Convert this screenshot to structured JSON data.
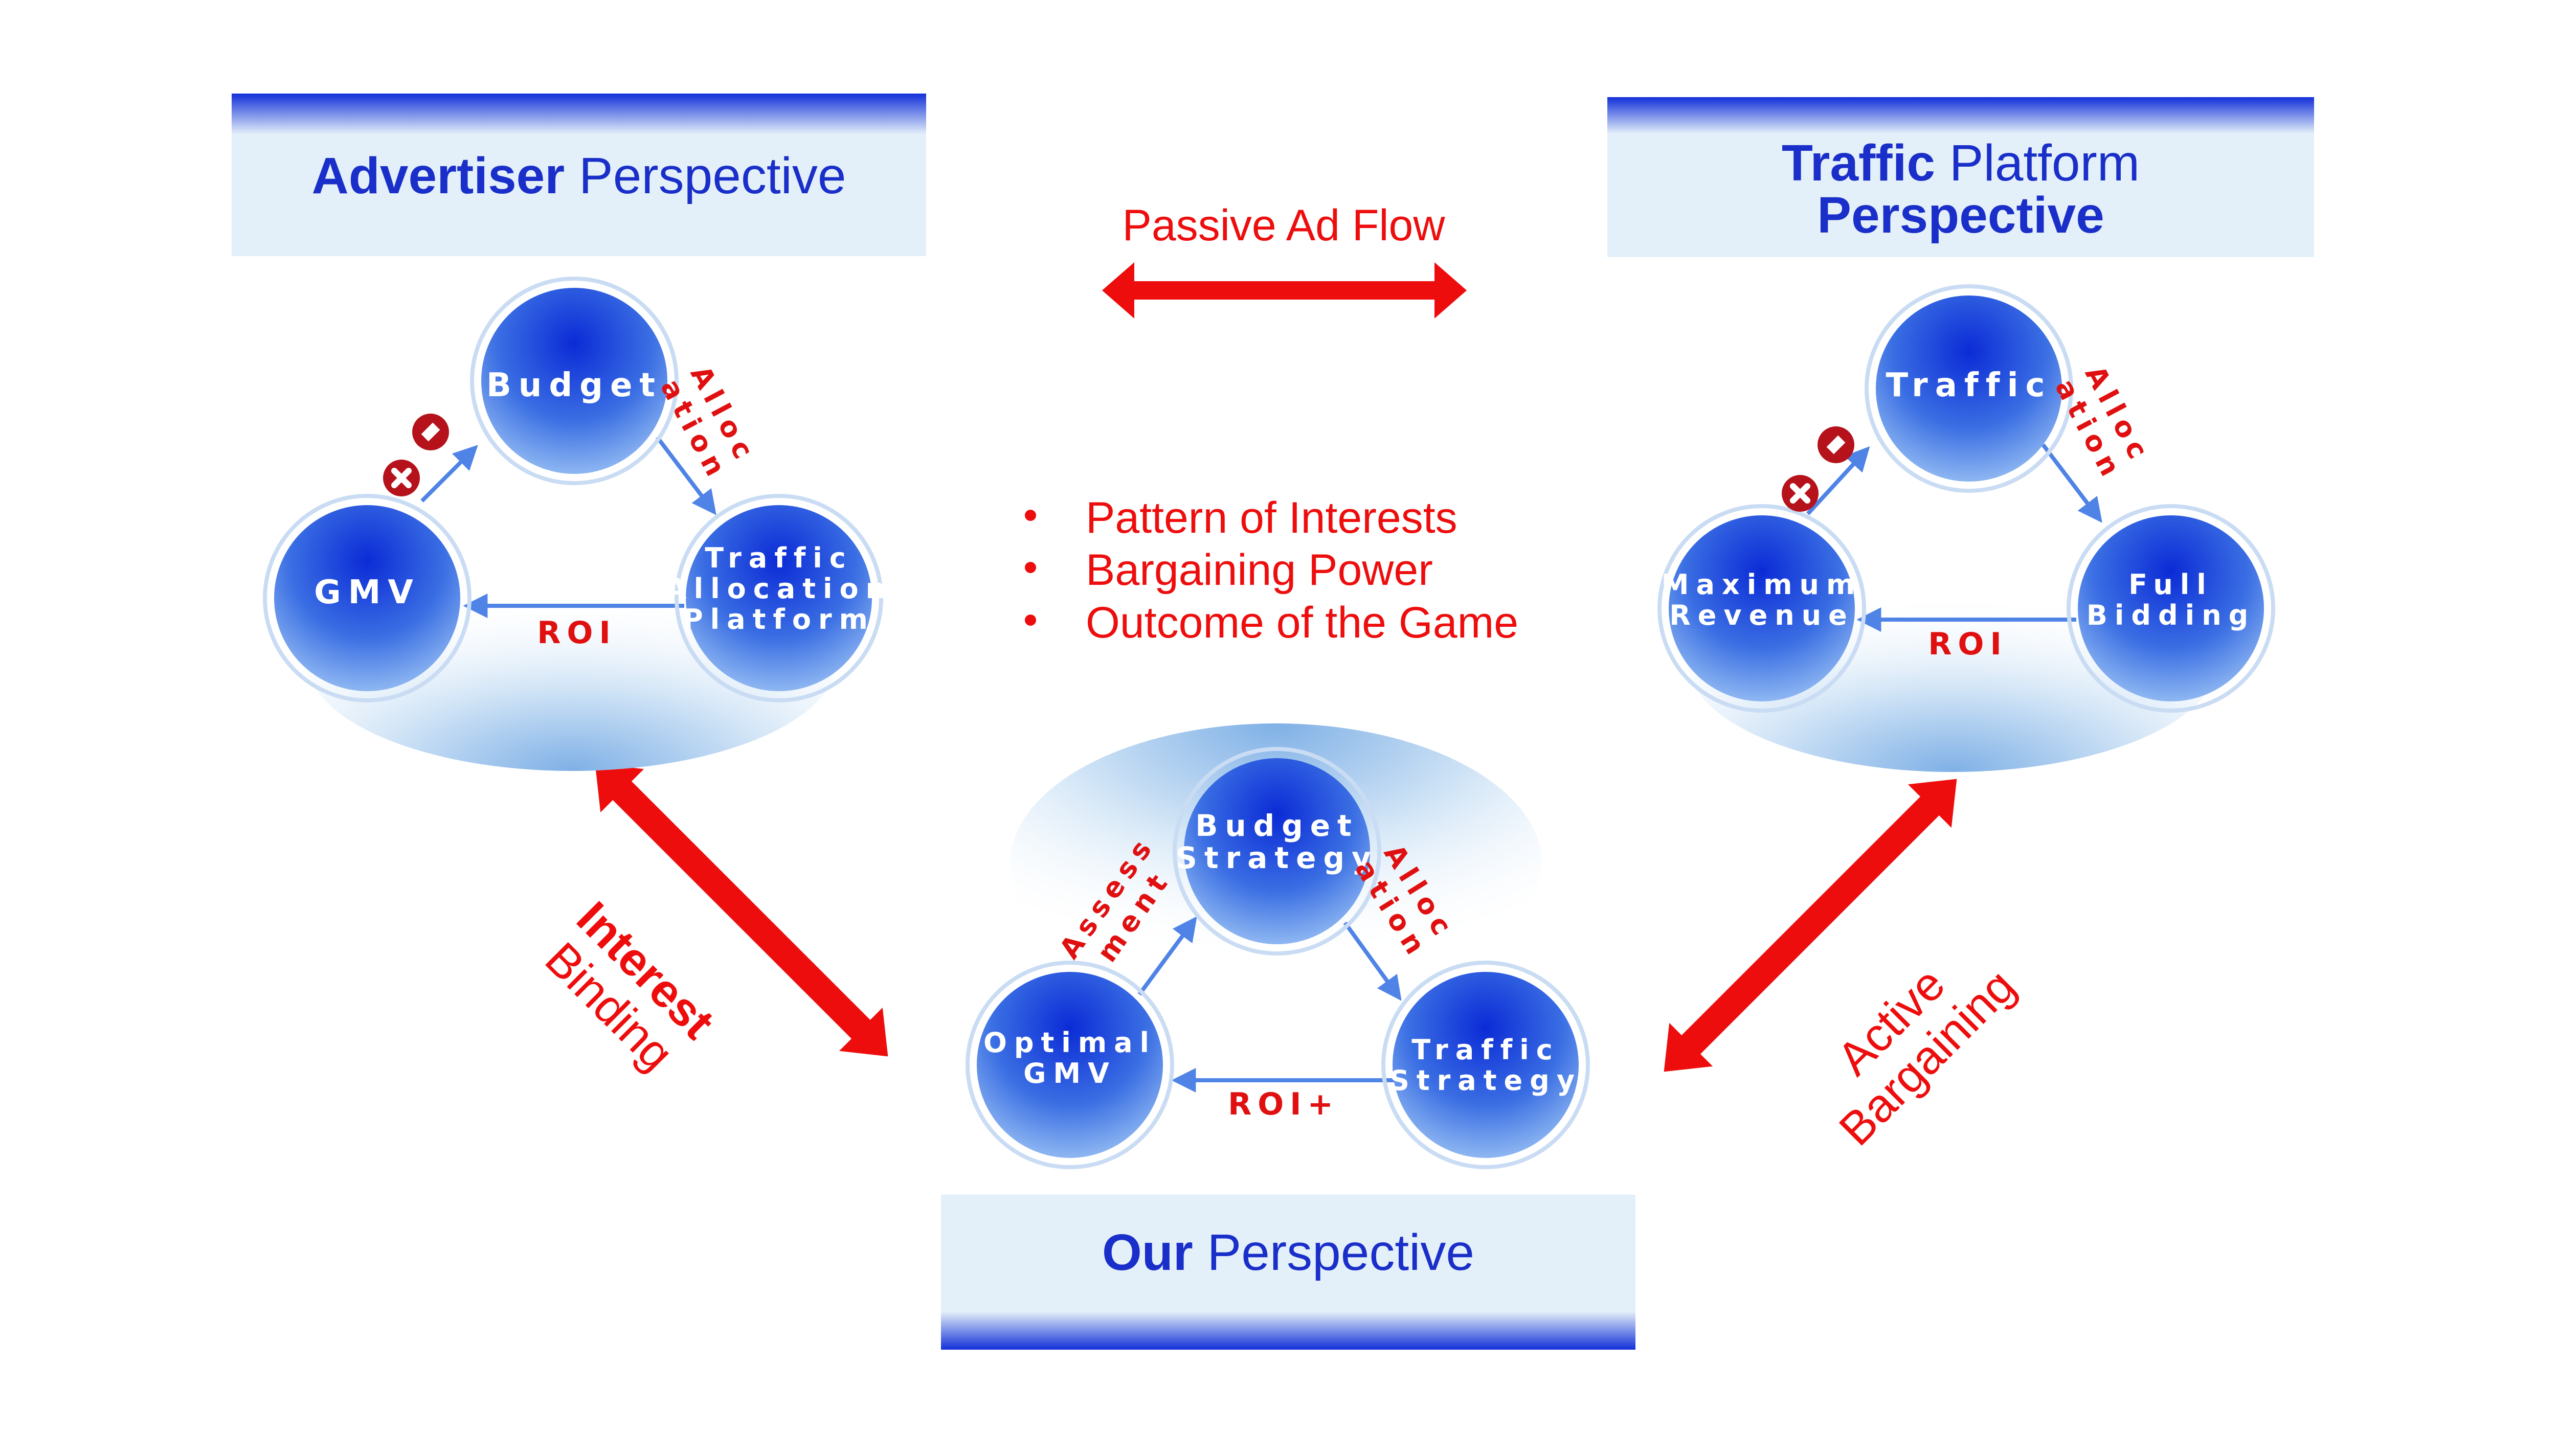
{
  "colors": {
    "title_blue": "#1a2fc9",
    "arrow_red": "#ee0d0d",
    "edge_label_red": "#e01010",
    "node_blue": "#2f63e0",
    "panel_bg": "#e4f0f9"
  },
  "panels": {
    "advertiser": {
      "bold": "Advertiser",
      "rest": " Perspective"
    },
    "traffic": {
      "line1_bold": "Traffic",
      "line1_rest": " Platform",
      "line2": "Perspective"
    },
    "ours": {
      "bold": "Our",
      "rest": " Perspective"
    }
  },
  "center": {
    "passive_flow": "Passive Ad Flow",
    "bullets": [
      "Pattern of Interests",
      "Bargaining Power",
      "Outcome of the Game"
    ],
    "interest_binding": {
      "line1": "Interest",
      "line2": "Binding"
    },
    "active_bargaining": {
      "line1": "Active",
      "line2": "Bargaining"
    }
  },
  "advertiser_cycle": {
    "top_node": "Budget",
    "left_node": "GMV",
    "right_node": [
      "Traffic",
      "Allocation",
      "Platform"
    ],
    "edge_right": [
      "Alloc",
      "ation"
    ],
    "edge_bottom": "ROI",
    "minus_icon": "minus-icon",
    "times_icon": "times-icon"
  },
  "traffic_cycle": {
    "top_node": "Traffic",
    "left_node": [
      "Maximum",
      "Revenue"
    ],
    "right_node": [
      "Full",
      "Bidding"
    ],
    "edge_right": [
      "Alloc",
      "ation"
    ],
    "edge_bottom": "ROI",
    "minus_icon": "minus-icon",
    "times_icon": "times-icon"
  },
  "our_cycle": {
    "top_node": [
      "Budget",
      "Strategy"
    ],
    "left_node": [
      "Optimal",
      "GMV"
    ],
    "right_node": [
      "Traffic",
      "Strategy"
    ],
    "edge_left": [
      "Assess",
      "ment"
    ],
    "edge_right": [
      "Alloc",
      "ation"
    ],
    "edge_bottom": "ROI+"
  }
}
